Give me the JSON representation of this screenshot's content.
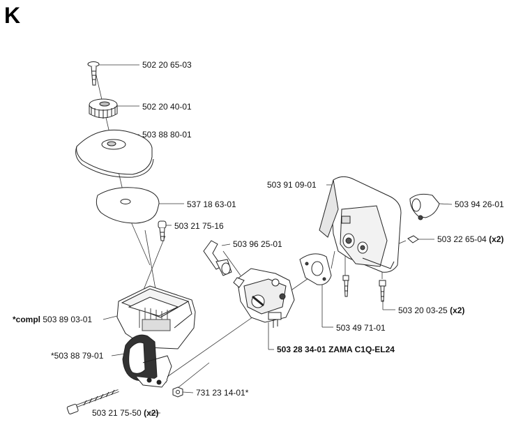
{
  "section_letter": "K",
  "parts": [
    {
      "id": "p1",
      "number": "502 20 65-03",
      "suffix": ""
    },
    {
      "id": "p2",
      "number": "502 20 40-01",
      "suffix": ""
    },
    {
      "id": "p3",
      "number": "503 88 80-01",
      "suffix": ""
    },
    {
      "id": "p4",
      "number": "537 18 63-01",
      "suffix": ""
    },
    {
      "id": "p5",
      "number": "503 21 75-16",
      "suffix": ""
    },
    {
      "id": "p6",
      "number": "503 96 25-01",
      "suffix": ""
    },
    {
      "id": "p7",
      "number": "503 91 09-01",
      "suffix": ""
    },
    {
      "id": "p8",
      "number": "503 94 26-01",
      "suffix": ""
    },
    {
      "id": "p9",
      "number": "503 22 65-04",
      "suffix": "(x2)"
    },
    {
      "id": "p10",
      "number": "503 20 03-25",
      "suffix": "(x2)"
    },
    {
      "id": "p11",
      "number": "503 49 71-01",
      "suffix": ""
    },
    {
      "id": "p12",
      "prefix": "*compl",
      "number": "503 89 03-01",
      "suffix": ""
    },
    {
      "id": "p13",
      "number": "*503 88 79-01",
      "suffix": ""
    },
    {
      "id": "p14",
      "number": "503 28 34-01 ZAMA C1Q-EL24",
      "suffix": ""
    },
    {
      "id": "p15",
      "number": "731 23 14-01*",
      "suffix": ""
    },
    {
      "id": "p16",
      "number": "503 21 75-50",
      "suffix": "(x2)"
    }
  ]
}
